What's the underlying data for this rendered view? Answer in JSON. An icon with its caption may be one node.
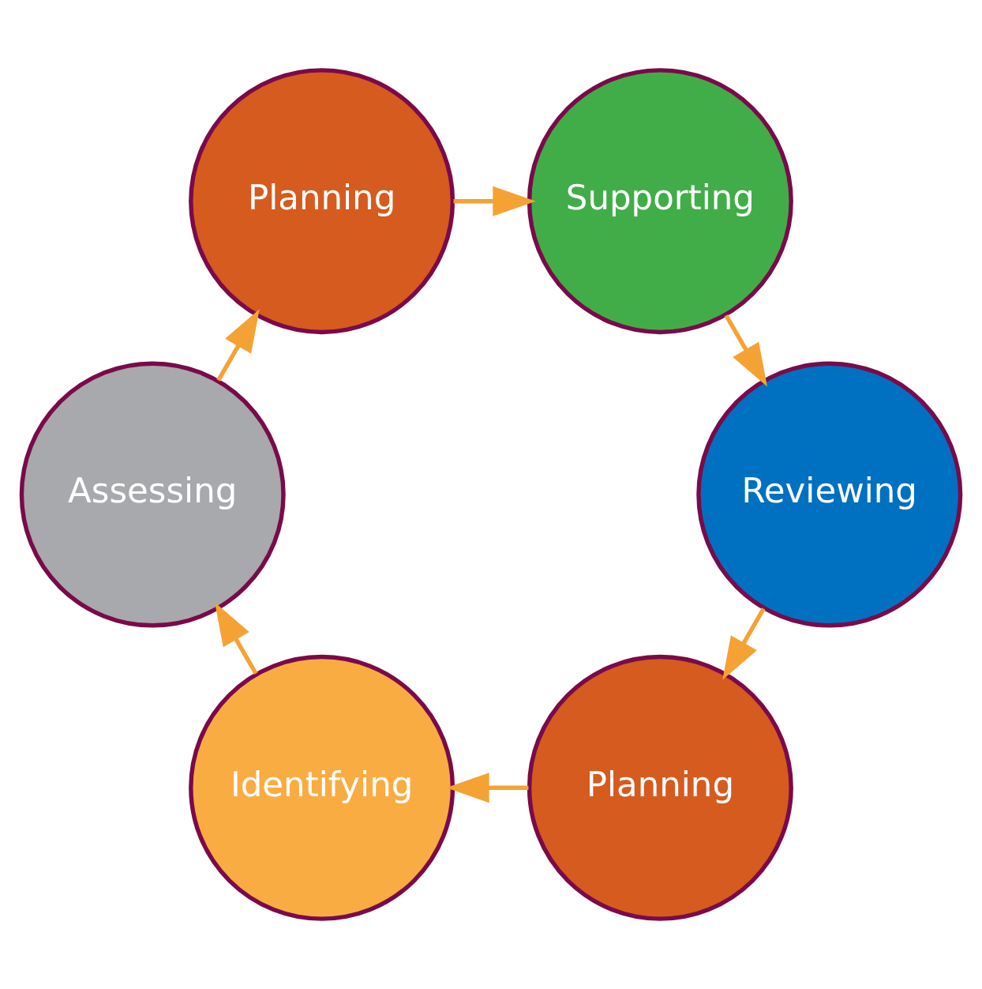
{
  "diagram": {
    "nodes": [
      {
        "text": [
          "Planning"
        ]
      },
      {
        "text": [
          "Identifying"
        ]
      },
      {
        "text": [
          "Assessing"
        ]
      },
      {
        "text": [
          "Planning"
        ]
      },
      {
        "text": [
          "Supporting"
        ]
      },
      {
        "text": [
          "Reviewing"
        ]
      }
    ],
    "edges": [
      {
        "from": 0,
        "to": 1,
        "arrow": "to"
      },
      {
        "from": 1,
        "to": 2,
        "arrow": "to"
      },
      {
        "from": 2,
        "to": 3,
        "arrow": "to"
      },
      {
        "from": 3,
        "to": 4,
        "arrow": "to"
      },
      {
        "from": 4,
        "to": 5,
        "arrow": "to"
      },
      {
        "from": 5,
        "to": 0,
        "arrow": "to"
      }
    ]
  }
}
